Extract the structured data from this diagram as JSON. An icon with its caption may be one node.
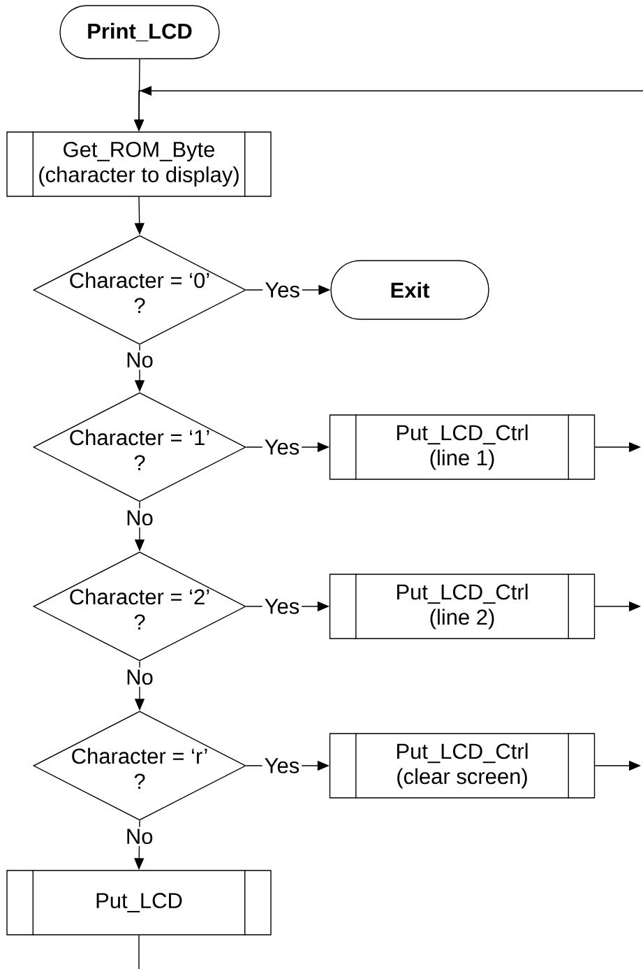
{
  "diagram": {
    "nodes": [
      {
        "text": [
          "Print_LCD"
        ]
      },
      {
        "text": [
          "Get_ROM_Byte",
          "(character to display)"
        ]
      },
      {
        "text": [
          "Character = ‘0’ ?"
        ]
      },
      {
        "text": [
          "Exit"
        ]
      },
      {
        "text": [
          "Character = ‘1’ ?"
        ]
      },
      {
        "text": [
          "Put_LCD_Ctrl",
          "(line 1)"
        ]
      },
      {
        "text": [
          "Character = ‘2’ ?"
        ]
      },
      {
        "text": [
          "Put_LCD_Ctrl",
          "(line 2)"
        ]
      },
      {
        "text": [
          "Character = ‘r’ ?"
        ]
      },
      {
        "text": [
          "Put_LCD_Ctrl",
          "(clear screen)"
        ]
      },
      {
        "text": [
          "Put_LCD"
        ]
      }
    ],
    "edges": [
      {
        "from": 0,
        "to": 1,
        "arrow": "to"
      },
      {
        "from": null,
        "to": 1,
        "arrow": "to"
      },
      {
        "from": 1,
        "to": 2,
        "arrow": "to"
      },
      {
        "from": 2,
        "to": 3,
        "arrow": "to",
        "label": "Yes"
      },
      {
        "from": 2,
        "to": 4,
        "arrow": "to",
        "label": "No"
      },
      {
        "from": 4,
        "to": 5,
        "arrow": "to",
        "label": "Yes"
      },
      {
        "from": 5,
        "to": null,
        "arrow": "to"
      },
      {
        "from": 4,
        "to": 6,
        "arrow": "to",
        "label": "No"
      },
      {
        "from": 6,
        "to": 7,
        "arrow": "to",
        "label": "Yes"
      },
      {
        "from": 7,
        "to": null,
        "arrow": "to"
      },
      {
        "from": 6,
        "to": 8,
        "arrow": "to",
        "label": "No"
      },
      {
        "from": 8,
        "to": 9,
        "arrow": "to",
        "label": "Yes"
      },
      {
        "from": 9,
        "to": null,
        "arrow": "to"
      },
      {
        "from": 8,
        "to": 10,
        "arrow": "to",
        "label": "No"
      },
      {
        "from": 10,
        "to": null,
        "arrow": "none"
      }
    ]
  }
}
